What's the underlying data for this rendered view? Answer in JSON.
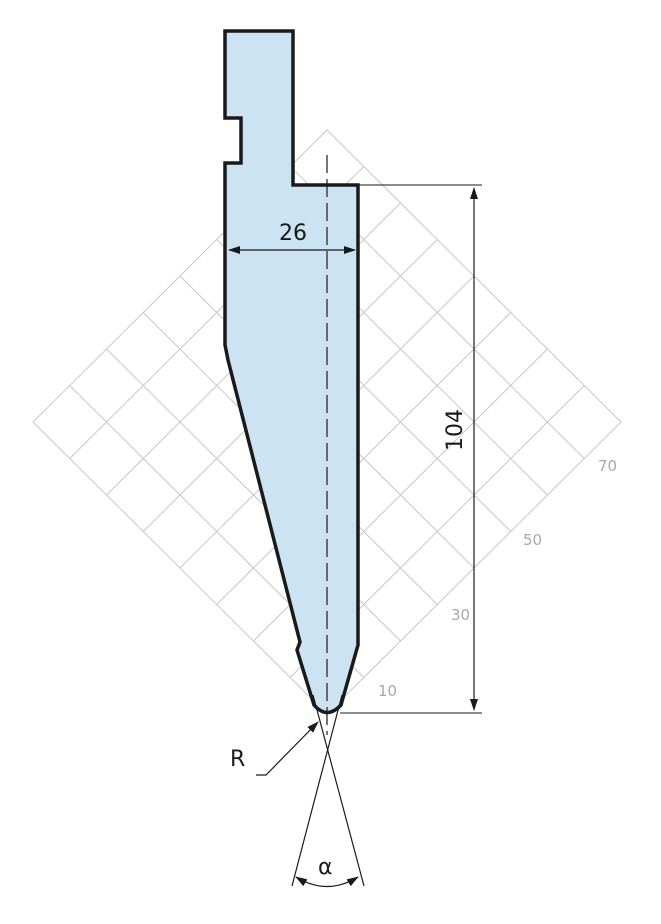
{
  "diagram": {
    "width_dimension": "26",
    "height_dimension": "104",
    "radius_label": "R",
    "angle_label": "α",
    "grid_scale_labels": [
      "10",
      "30",
      "50",
      "70"
    ],
    "colors": {
      "tool_fill": "#cce3f4",
      "tool_outline": "#1a1a1a",
      "grid_line": "#c8c8c8",
      "grid_label": "#a8a8a8",
      "dimension_line": "#1a1a1a"
    }
  }
}
